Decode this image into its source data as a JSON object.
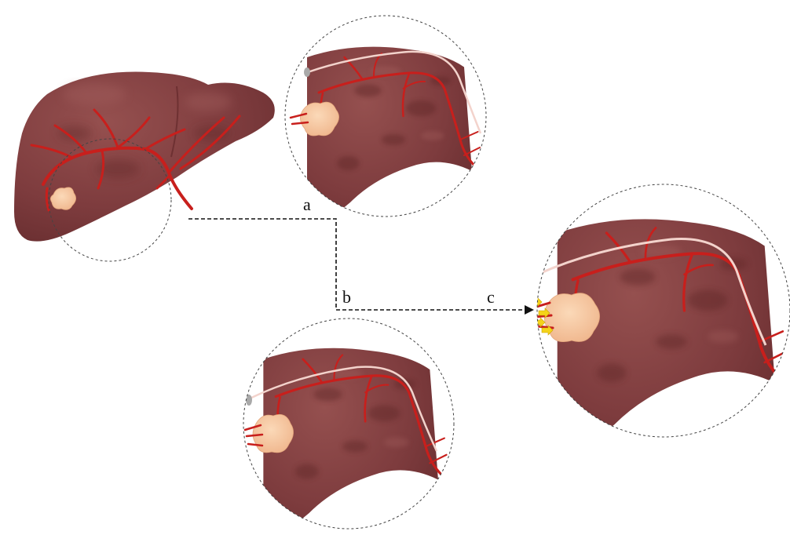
{
  "colors": {
    "background": "#ffffff",
    "liver": "#7e3c3e",
    "liver_dark": "#5e2527",
    "liver_light": "#a4605f",
    "artery": "#c81f1c",
    "tumor": "#f6c39a",
    "tumor_edge": "#e3a67c",
    "catheter": "#f3d3cc",
    "balloon": "#a9a9a9",
    "embolic_arrows": "#f4d31a",
    "connector": "#111111"
  },
  "labels": {
    "a": "a",
    "b": "b",
    "c": "c"
  },
  "icons": {
    "catheter_balloon": "balloon-occlusion-icon",
    "delivery_arrows": "arrow-icon"
  }
}
